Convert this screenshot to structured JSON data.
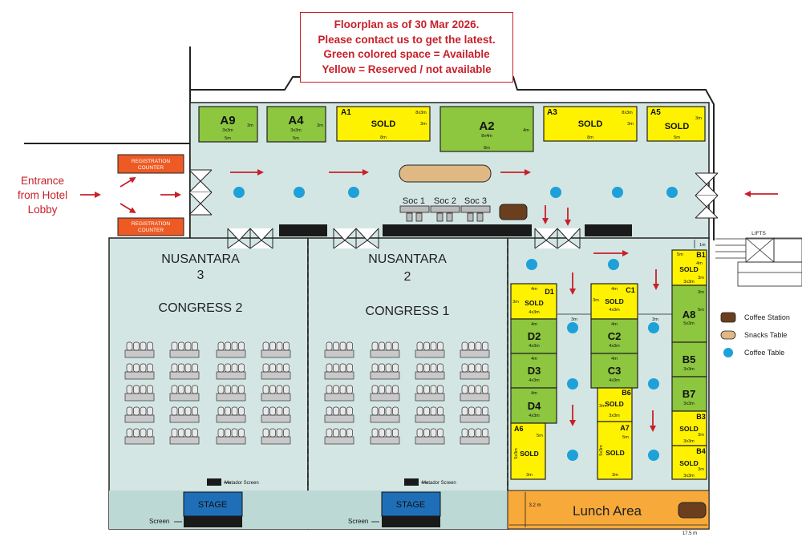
{
  "notice": {
    "line1": "Floorplan as of 30 Mar 2026.",
    "line2": "Please contact us to get the latest.",
    "line3": "Green colored space = Available",
    "line4": "Yellow = Reserved / not available"
  },
  "entrance": {
    "line1": "Entrance",
    "line2": "from Hotel",
    "line3": "Lobby"
  },
  "registration": {
    "counter_line1": "REGISTRATION",
    "counter_line2": "COUNTER"
  },
  "lifts_label": "LIFTS",
  "colors": {
    "available": "#8dc63f",
    "reserved": "#fff200",
    "floor": "#d4e6e4",
    "arrow": "#c8202a",
    "stage": "#1f6fb8",
    "lunch": "#f7a93a",
    "coffee_table": "#1ea1d8",
    "coffee_station": "#6b3f1e",
    "snacks_table": "#e0b884"
  },
  "booths": {
    "A9": {
      "name": "A9",
      "size": "3x3m",
      "w": "3m",
      "d": "5m"
    },
    "A4": {
      "name": "A4",
      "size": "3x3m",
      "w": "3m",
      "d": "5m"
    },
    "A1": {
      "name": "A1",
      "status": "SOLD",
      "size": "8x3m",
      "w": "3m",
      "d": "8m"
    },
    "A2": {
      "name": "A2",
      "size": "8x4m",
      "w": "4m",
      "d": "8m"
    },
    "A3": {
      "name": "A3",
      "status": "SOLD",
      "size": "8x3m",
      "w": "3m",
      "d": "8m"
    },
    "A5": {
      "name": "A5",
      "status": "SOLD",
      "w": "3m",
      "d": "5m"
    },
    "D1": {
      "name": "D1",
      "status": "SOLD",
      "size": "4x3m",
      "w": "3m",
      "d": "4m"
    },
    "D2": {
      "name": "D2",
      "size": "4x3m",
      "d": "4m"
    },
    "D3": {
      "name": "D3",
      "size": "4x3m",
      "d": "4m"
    },
    "D4": {
      "name": "D4",
      "size": "4x3m",
      "d": "4m"
    },
    "C1": {
      "name": "C1",
      "status": "SOLD",
      "size": "4x3m",
      "w": "3m",
      "d": "4m"
    },
    "C2": {
      "name": "C2",
      "size": "4x3m",
      "d": "4m"
    },
    "C3": {
      "name": "C3",
      "size": "4x3m",
      "d": "4m"
    },
    "B6": {
      "name": "B6",
      "status": "SOLD",
      "size": "3x3m",
      "d": "3m"
    },
    "A6": {
      "name": "A6",
      "status": "SOLD",
      "size": "5x3m",
      "w": "5m",
      "d": "3m"
    },
    "A7": {
      "name": "A7",
      "status": "SOLD",
      "size": "5x3m",
      "w": "5m",
      "d": "3m"
    },
    "B1": {
      "name": "B1",
      "status": "SOLD",
      "size": "3x3m",
      "w": "5m",
      "d": "4m",
      "top": "3m"
    },
    "A8": {
      "name": "A8",
      "size": "5x3m",
      "w": "3m",
      "d": "5m"
    },
    "B5": {
      "name": "B5",
      "size": "3x3m"
    },
    "B7": {
      "name": "B7",
      "size": "3x3m"
    },
    "B3": {
      "name": "B3",
      "status": "SOLD",
      "size": "3x3m",
      "w": "3m"
    },
    "B4": {
      "name": "B4",
      "status": "SOLD",
      "size": "3x3m",
      "w": "3m"
    }
  },
  "dimension_labels": {
    "aisle": "3m",
    "one_m": "1m",
    "lunch_h": "3.2 m",
    "lunch_w": "17.5 m"
  },
  "soc": [
    "Soc 1",
    "Soc 2",
    "Soc 3"
  ],
  "rooms": {
    "n3_line1": "NUSANTARA",
    "n3_line2": "3",
    "c2": "CONGRESS 2",
    "n2_line1": "NUSANTARA",
    "n2_line2": "2",
    "c1": "CONGRESS 1"
  },
  "stage_label": "STAGE",
  "matador_label": "Matador Screen",
  "screen_label": "Screen",
  "lunch_label": "Lunch Area",
  "legend": {
    "coffee_station": "Coffee Station",
    "snacks_table": "Snacks Table",
    "coffee_table": "Coffee Table"
  }
}
